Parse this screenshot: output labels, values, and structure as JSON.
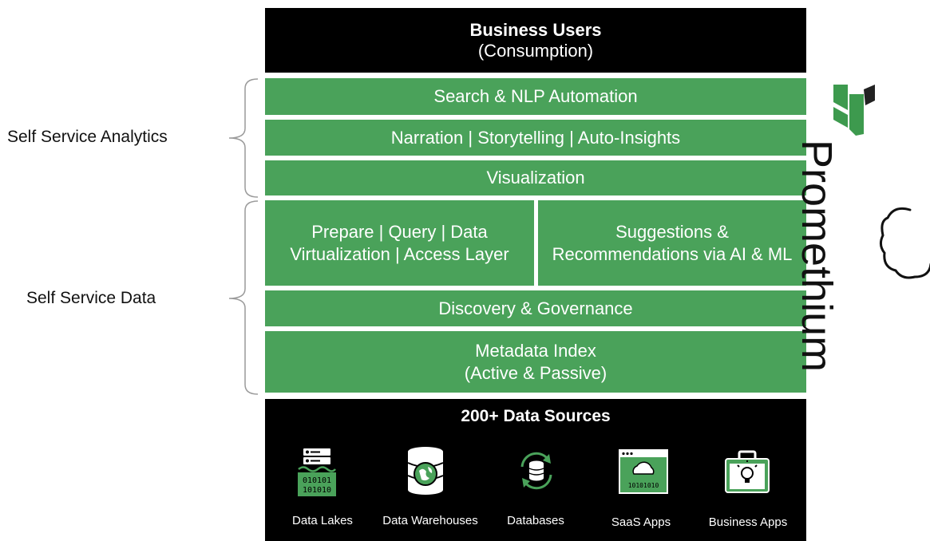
{
  "top": {
    "title": "Business Users",
    "subtitle": "(Consumption)"
  },
  "layers": {
    "search": "Search & NLP Automation",
    "narration": "Narration | Storytelling | Auto-Insights",
    "visualization": "Visualization",
    "prepare": "Prepare | Query | Data Virtualization | Access Layer",
    "suggestions": "Suggestions & Recommendations via AI & ML",
    "discovery": "Discovery & Governance",
    "metadata_line1": "Metadata Index",
    "metadata_line2": "(Active & Passive)"
  },
  "side_labels": {
    "analytics": "Self Service Analytics",
    "data": "Self Service Data"
  },
  "bottom": {
    "title": "200+ Data Sources",
    "sources": [
      {
        "label": "Data Lakes",
        "icon": "data-lake-icon"
      },
      {
        "label": "Data Warehouses",
        "icon": "data-warehouse-icon"
      },
      {
        "label": "Databases",
        "icon": "database-icon"
      },
      {
        "label": "SaaS Apps",
        "icon": "saas-app-icon"
      },
      {
        "label": "Business Apps",
        "icon": "business-app-icon"
      }
    ]
  },
  "brand": {
    "name": "Promethium"
  },
  "colors": {
    "layer_green": "#4aa25a",
    "dark": "#000000",
    "logo_green": "#3d9a4e",
    "accent": "#2e8b44"
  }
}
